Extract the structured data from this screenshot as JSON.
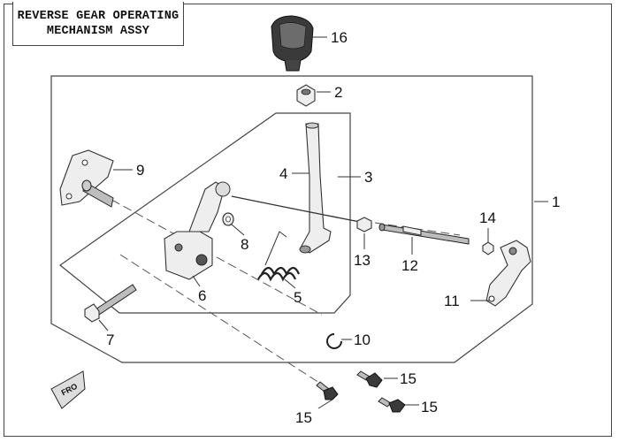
{
  "title": {
    "line1": "REVERSE GEAR OPERATING",
    "line2": "MECHANISM ASSY"
  },
  "callouts": {
    "c1": "1",
    "c2": "2",
    "c3": "3",
    "c4": "4",
    "c5": "5",
    "c6": "6",
    "c7": "7",
    "c8": "8",
    "c9": "9",
    "c10": "10",
    "c11": "11",
    "c12": "12",
    "c13": "13",
    "c14": "14",
    "c15a": "15",
    "c15b": "15",
    "c15c": "15",
    "c16": "16"
  },
  "front_mark": "FRO"
}
